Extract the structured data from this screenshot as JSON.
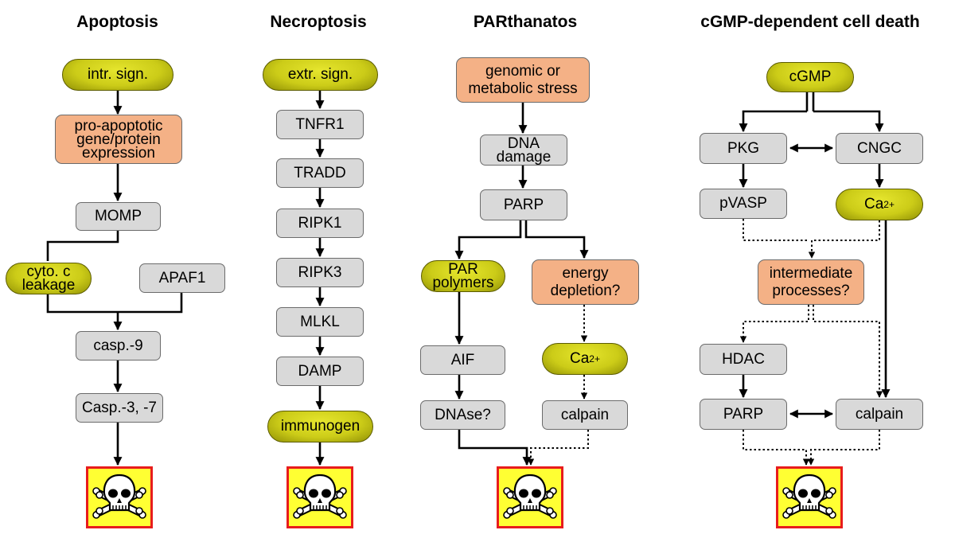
{
  "titles": {
    "apoptosis": "Apoptosis",
    "necroptosis": "Necroptosis",
    "parthanatos": "PARthanatos",
    "cgmp": "cGMP-dependent cell death"
  },
  "apoptosis": {
    "intr_sign": "intr. sign.",
    "pro_apoptotic": "pro-apoptotic\ngene/protein\nexpression",
    "momp": "MOMP",
    "cyto_c": "cyto. c\nleakage",
    "apaf1": "APAF1",
    "casp9": "casp.-9",
    "casp37": "Casp.-3, -7"
  },
  "necroptosis": {
    "extr_sign": "extr. sign.",
    "tnfr1": "TNFR1",
    "tradd": "TRADD",
    "ripk1": "RIPK1",
    "ripk3": "RIPK3",
    "mlkl": "MLKL",
    "damp": "DAMP",
    "immunogen": "immunogen"
  },
  "parthanatos": {
    "stress": "genomic or\nmetabolic stress",
    "dna_damage": "DNA\ndamage",
    "parp": "PARP",
    "par_polymers": "PAR\npolymers",
    "energy": "energy\ndepletion?",
    "aif": "AIF",
    "ca_base": "Ca",
    "ca_sup": "2+",
    "dnase": "DNAse?",
    "calpain": "calpain"
  },
  "cgmp": {
    "cgmp": "cGMP",
    "pkg": "PKG",
    "cngc": "CNGC",
    "pvasp": "pVASP",
    "ca_base": "Ca",
    "ca_sup": "2+",
    "intermediate": "intermediate\nprocesses?",
    "hdac": "HDAC",
    "parp": "PARP",
    "calpain": "calpain"
  },
  "icons": {
    "death": "skull-crossbones-icon"
  },
  "colors": {
    "gray_node": "#d9d9d9",
    "salmon_node": "#f4b186",
    "olive_node": "#cccc18",
    "death_fill": "#ffff33",
    "death_border": "#e81c1c"
  }
}
